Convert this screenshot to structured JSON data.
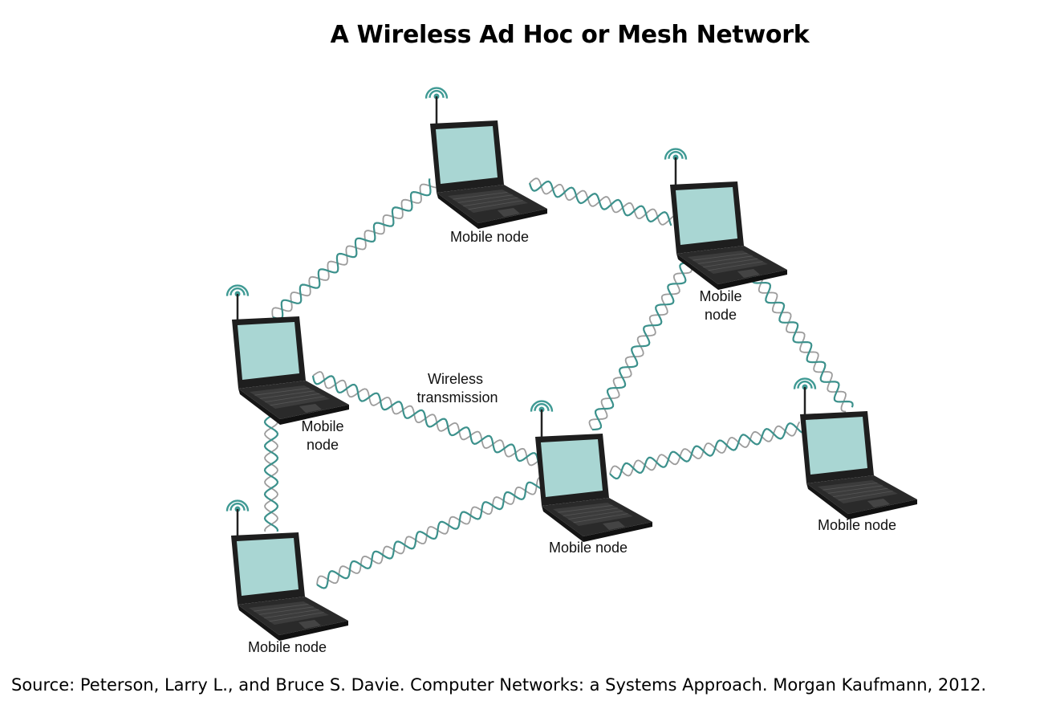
{
  "title": "A Wireless Ad Hoc or Mesh Network",
  "source": "Source: Peterson, Larry L., and Bruce S. Davie. Computer Networks: a Systems Approach. Morgan Kaufmann, 2012.",
  "nodes": [
    {
      "id": "top",
      "label_lines": [
        "Mobile node"
      ]
    },
    {
      "id": "right-top",
      "label_lines": [
        "Mobile",
        "node"
      ]
    },
    {
      "id": "left-middle",
      "label_lines": [
        "Mobile",
        "node"
      ]
    },
    {
      "id": "center",
      "label_lines": [
        "Mobile node"
      ]
    },
    {
      "id": "right-bottom",
      "label_lines": [
        "Mobile node"
      ]
    },
    {
      "id": "left-bottom",
      "label_lines": [
        "Mobile node"
      ]
    }
  ],
  "links": [
    [
      "left-middle",
      "top"
    ],
    [
      "top",
      "right-top"
    ],
    [
      "left-middle",
      "center"
    ],
    [
      "center",
      "right-top"
    ],
    [
      "right-top",
      "right-bottom"
    ],
    [
      "center",
      "right-bottom"
    ],
    [
      "left-middle",
      "left-bottom"
    ],
    [
      "left-bottom",
      "center"
    ]
  ],
  "link_label_lines": [
    "Wireless",
    "transmission"
  ],
  "colors": {
    "laptop_body": "#1e1e1e",
    "screen": "#a9d6d3",
    "antenna_wave": "#3f9a94",
    "wave_teal": "#3c918c",
    "wave_gray": "#9c9c9c"
  }
}
